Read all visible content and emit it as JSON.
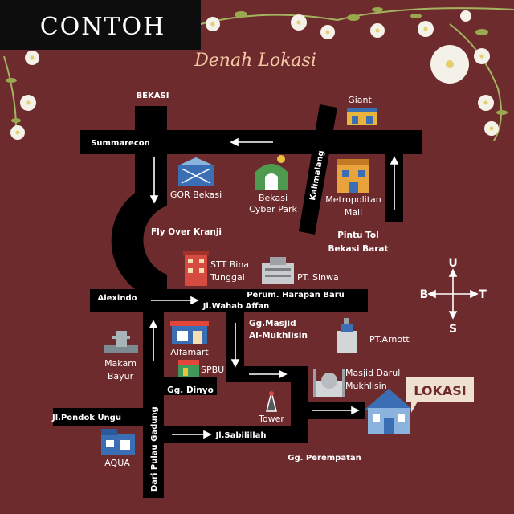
{
  "header": {
    "badge": "CONTOH",
    "subtitle": "Denah Lokasi"
  },
  "colors": {
    "background": "#6e2b2e",
    "road": "#000000",
    "text": "#ffffff",
    "accent_peach": "#f5c9a5",
    "lokasi_badge": "#f0e0cf",
    "lokasi_text": "#6e2b2e"
  },
  "roads": {
    "bekasi": "BEKASI",
    "summarecon": "Summarecon",
    "kalimalang": "Kalimalang",
    "fly_over": "Fly Over Kranji",
    "pintu_tol": [
      "Pintu Tol",
      "Bekasi Barat"
    ],
    "alexindo": "Alexindo",
    "wahab_affan": "Jl.Wahab Affan",
    "harapan_baru": "Perum. Harapan Baru",
    "gg_masjid": [
      "Gg.Masjid",
      "Al-Mukhlisin"
    ],
    "gg_dinyo": "Gg. Dinyo",
    "pondok_ungu": "Jl.Pondok Ungu",
    "sabilillah": "Jl.Sabilillah",
    "pulau_gadung": "Dari Pulau Gadung",
    "perempatan": "Gg. Perempatan"
  },
  "places": {
    "giant": "Giant",
    "gor": "GOR Bekasi",
    "cyberpark": [
      "Bekasi",
      "Cyber Park"
    ],
    "metropolitan": [
      "Metropolitan",
      "Mall"
    ],
    "stt": [
      "STT Bina",
      "Tunggal"
    ],
    "sinwa": "PT. Sinwa",
    "alfamart": "Alfamart",
    "spbu": "SPBU",
    "makam": [
      "Makam",
      "Bayur"
    ],
    "arnott": "PT.Arnott",
    "masjid": [
      "Masjid Darul",
      "Mukhlisin"
    ],
    "tower": "Tower",
    "aqua": "AQUA"
  },
  "lokasi": "LOKASI",
  "compass": {
    "north": "U",
    "south": "S",
    "west": "B",
    "east": "T"
  }
}
